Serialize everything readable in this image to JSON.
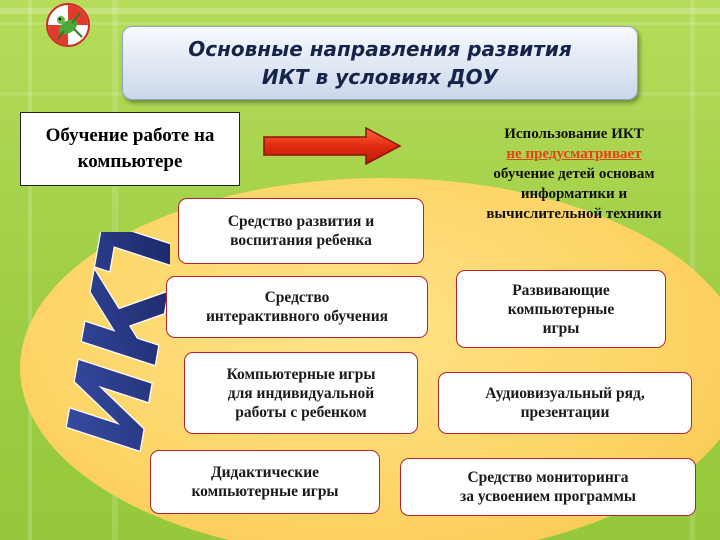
{
  "slide": {
    "title_line1": "Основные направления развития",
    "title_line2": "ИКТ в условиях ДОУ",
    "learning_box": {
      "line1": "Обучение работе на",
      "line2": "компьютере"
    },
    "usage_note": {
      "line1": "Использование ИКТ",
      "line2_emphasis": "не предусматривает",
      "line3": "обучение детей основам",
      "line4": "информатики и",
      "line5": "вычислительной техники"
    },
    "ikt_label": "ИКТ",
    "items": [
      {
        "line1": "Средство развития и",
        "line2": "воспитания ребенка"
      },
      {
        "line1": "Средство",
        "line2": "интерактивного обучения"
      },
      {
        "line1": "Компьютерные игры",
        "line2": "для индивидуальной",
        "line3": "работы с ребенком"
      },
      {
        "line1": "Дидактические",
        "line2": "компьютерные игры"
      },
      {
        "line1": "Развивающие",
        "line2": "компьютерные",
        "line3": "игры"
      },
      {
        "line1": "Аудиовизуальный ряд,",
        "line2": "презентации"
      },
      {
        "line1": "Средство мониторинга",
        "line2": "за усвоением программы"
      }
    ],
    "colors": {
      "background": "#a8d04a",
      "ellipse": "#fdd466",
      "accent_red": "#e8401c",
      "pill_border": "#b3252c",
      "ikt_text": "#1c2a6e",
      "title_text": "#17244a"
    },
    "icons": [
      "grasshopper-logo-icon",
      "right-arrow-icon"
    ]
  }
}
